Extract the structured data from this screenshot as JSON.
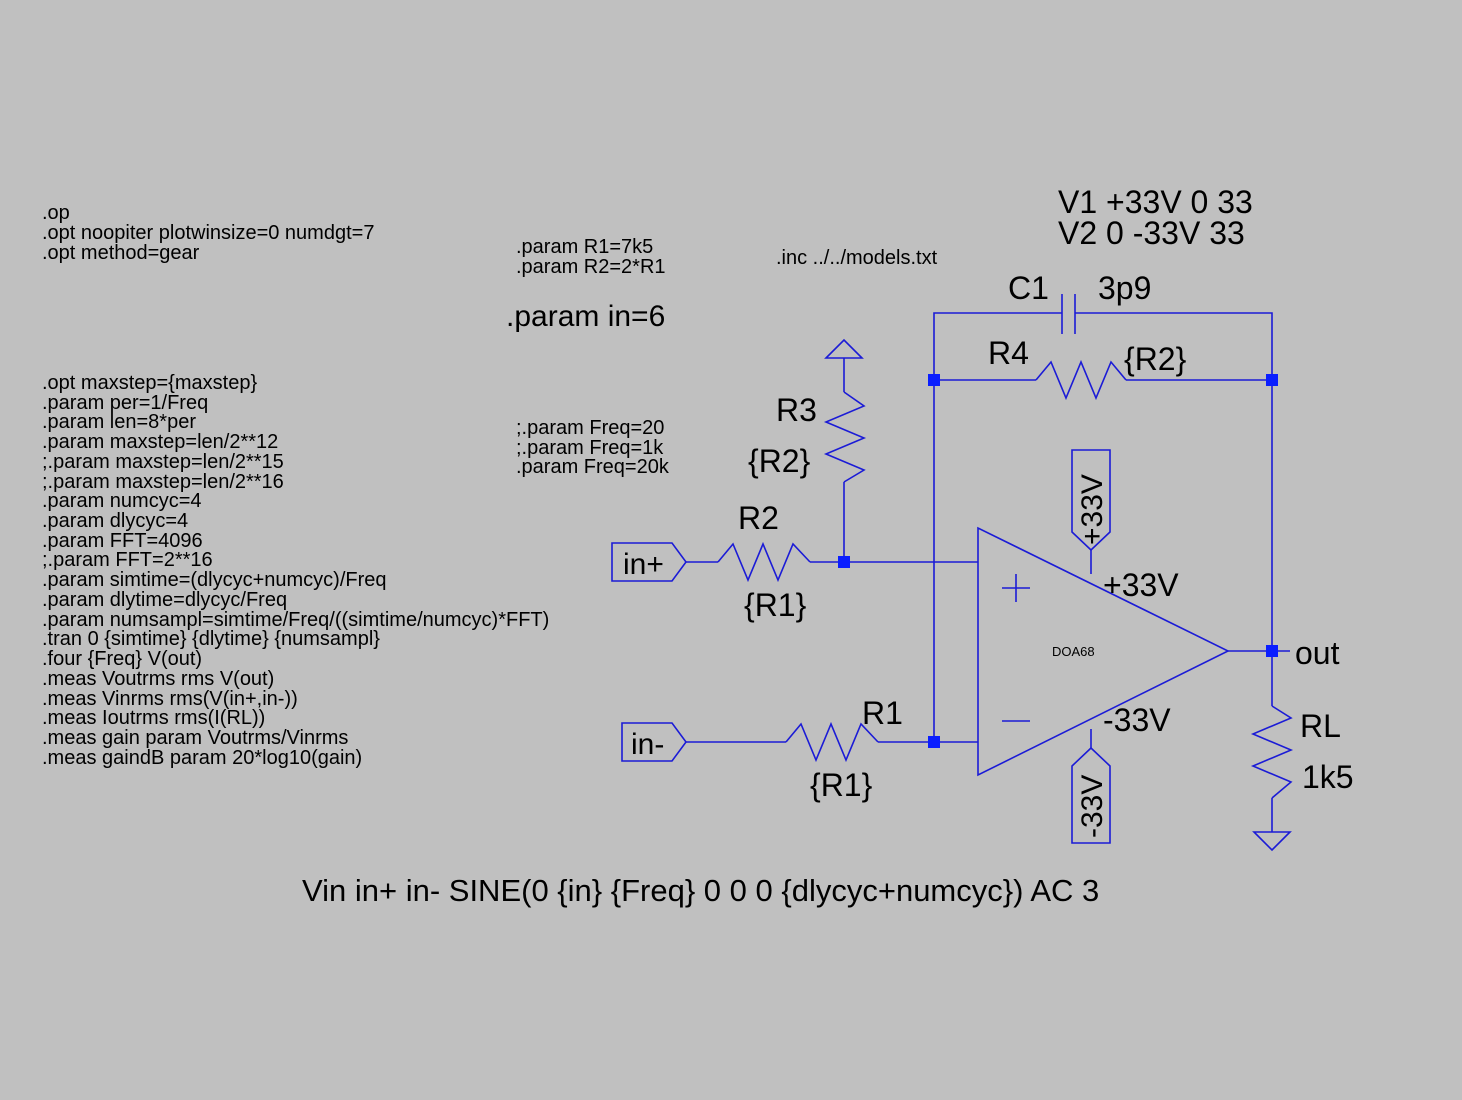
{
  "colors": {
    "background": "#c0c0c0",
    "wire": "#1b1bd6",
    "junction": "#0a1eff",
    "text": "#000000"
  },
  "directives": {
    "block1": [
      ".op",
      ".opt noopiter plotwinsize=0 numdgt=7",
      ".opt method=gear"
    ],
    "params_r": [
      ".param R1=7k5",
      ".param R2=2*R1"
    ],
    "include": ".inc ../../models.txt",
    "supplies": [
      "V1 +33V 0 33",
      "V2 0 -33V 33"
    ],
    "param_in": ".param in=6",
    "freq_params": [
      ";.param Freq=20",
      ";.param Freq=1k",
      ".param Freq=20k"
    ],
    "block2": [
      ".opt maxstep={maxstep}",
      ".param per=1/Freq",
      ".param len=8*per",
      ".param maxstep=len/2**12",
      ";.param maxstep=len/2**15",
      ";.param maxstep=len/2**16",
      ".param numcyc=4",
      ".param dlycyc=4",
      ".param FFT=4096",
      ";.param FFT=2**16",
      ".param simtime=(dlycyc+numcyc)/Freq",
      ".param dlytime=dlycyc/Freq",
      ".param numsampl=simtime/Freq/((simtime/numcyc)*FFT)",
      ".tran 0 {simtime} {dlytime} {numsampl}",
      ".four {Freq} V(out)",
      ".meas Voutrms rms V(out)",
      ".meas Vinrms rms(V(in+,in-))",
      ".meas Ioutrms rms(I(RL))",
      ".meas gain param Voutrms/Vinrms",
      ".meas gaindB param 20*log10(gain)"
    ],
    "source": "Vin in+ in- SINE(0 {in} {Freq} 0 0 0 {dlycyc+numcyc}) AC 3"
  },
  "components": {
    "c1": {
      "name": "C1",
      "value": "3p9"
    },
    "r4": {
      "name": "R4",
      "value": "{R2}"
    },
    "r3": {
      "name": "R3",
      "value": "{R2}"
    },
    "r2": {
      "name": "R2",
      "value": "{R1}"
    },
    "r1": {
      "name": "R1",
      "value": "{R1}"
    },
    "rl": {
      "name": "RL",
      "value": "1k5"
    },
    "opamp": {
      "model": "DOA68",
      "plus_sign": "+",
      "minus_sign": "−"
    }
  },
  "ports": {
    "in_plus": "in+",
    "in_minus": "in-",
    "pos_supply_flag": "+33V",
    "neg_supply_flag": "-33V",
    "pos_supply_pin": "+33V",
    "neg_supply_pin": "-33V",
    "out": "out"
  },
  "icons": {
    "ground": "ground-icon",
    "rail": "rail-triangle-icon",
    "opamp": "opamp-triangle-icon",
    "resistor": "resistor-zigzag-icon",
    "capacitor": "capacitor-icon"
  }
}
